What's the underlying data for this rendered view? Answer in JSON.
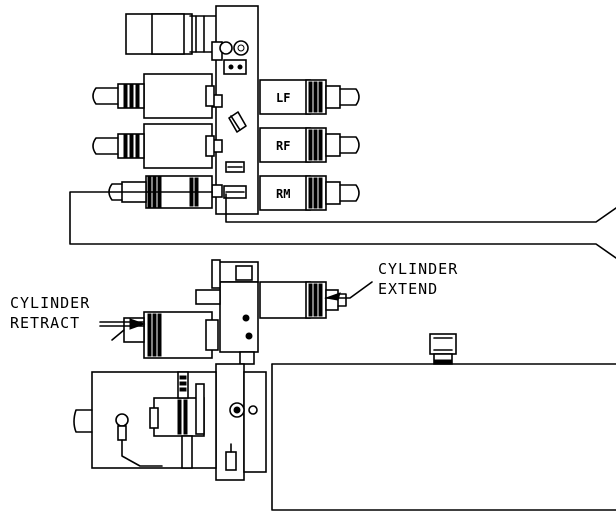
{
  "valve_labels": {
    "lf": "LF",
    "rf": "RF",
    "rm": "RM"
  },
  "callouts": {
    "extend_line1": "CYLINDER",
    "extend_line2": "EXTEND",
    "retract_line1": "CYLINDER",
    "retract_line2": "RETRACT"
  }
}
